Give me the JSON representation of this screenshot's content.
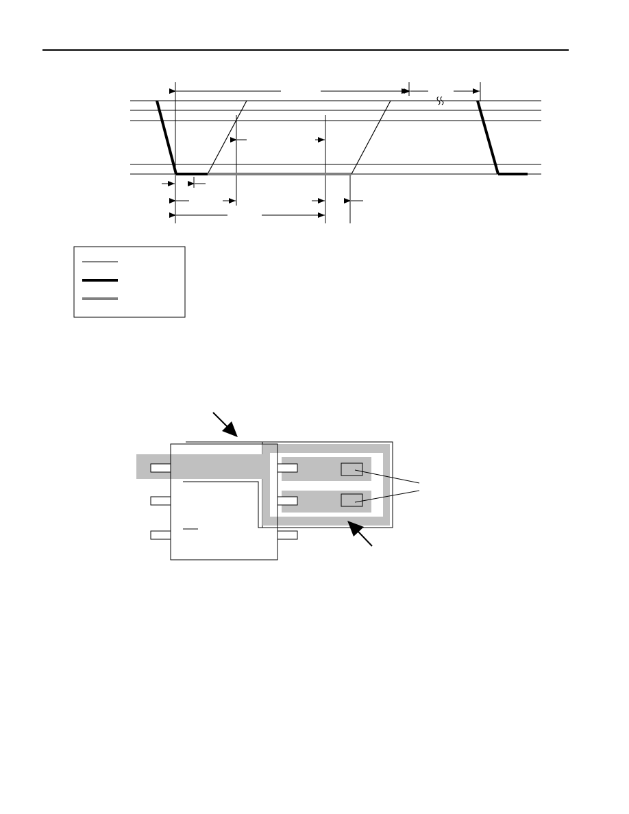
{
  "colors": {
    "ink": "#000000",
    "gray_fill": "#c0c0c0",
    "gray_trace": "#808080",
    "white": "#ffffff"
  },
  "timing_diagram": {
    "legend": {
      "entries": [
        {
          "style": "thin-black-line"
        },
        {
          "style": "thick-black-line"
        },
        {
          "style": "thick-gray-line"
        }
      ]
    },
    "break_marker": {
      "icon": "break-squiggle-icon"
    }
  },
  "layout_diagram": {
    "arrows": [
      {
        "icon": "pointer-arrow-icon",
        "direction": "down-right"
      },
      {
        "icon": "pointer-arrow-icon",
        "direction": "up-left"
      }
    ]
  }
}
